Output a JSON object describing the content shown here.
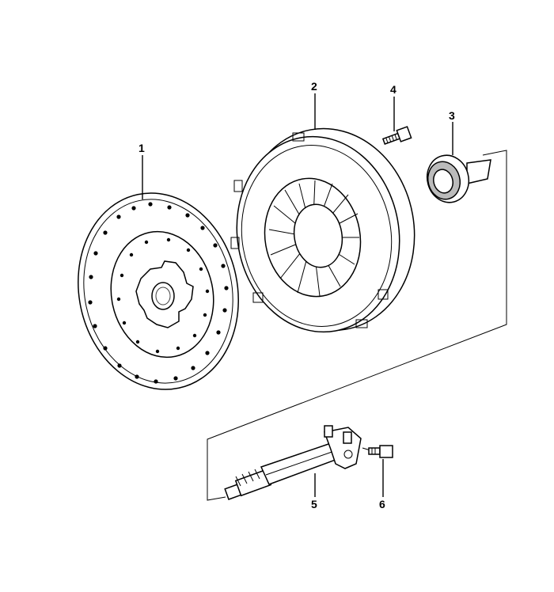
{
  "callouts": {
    "c1": "1",
    "c2": "2",
    "c3": "3",
    "c4": "4",
    "c5": "5",
    "c6": "6"
  },
  "parts": [
    {
      "id": "1",
      "icon": "clutch-disc"
    },
    {
      "id": "2",
      "icon": "pressure-plate"
    },
    {
      "id": "3",
      "icon": "release-bearing"
    },
    {
      "id": "4",
      "icon": "bolt"
    },
    {
      "id": "5",
      "icon": "guide-tube-shaft"
    },
    {
      "id": "6",
      "icon": "bolt"
    }
  ],
  "colors": {
    "line": "#000000",
    "background": "#ffffff"
  }
}
